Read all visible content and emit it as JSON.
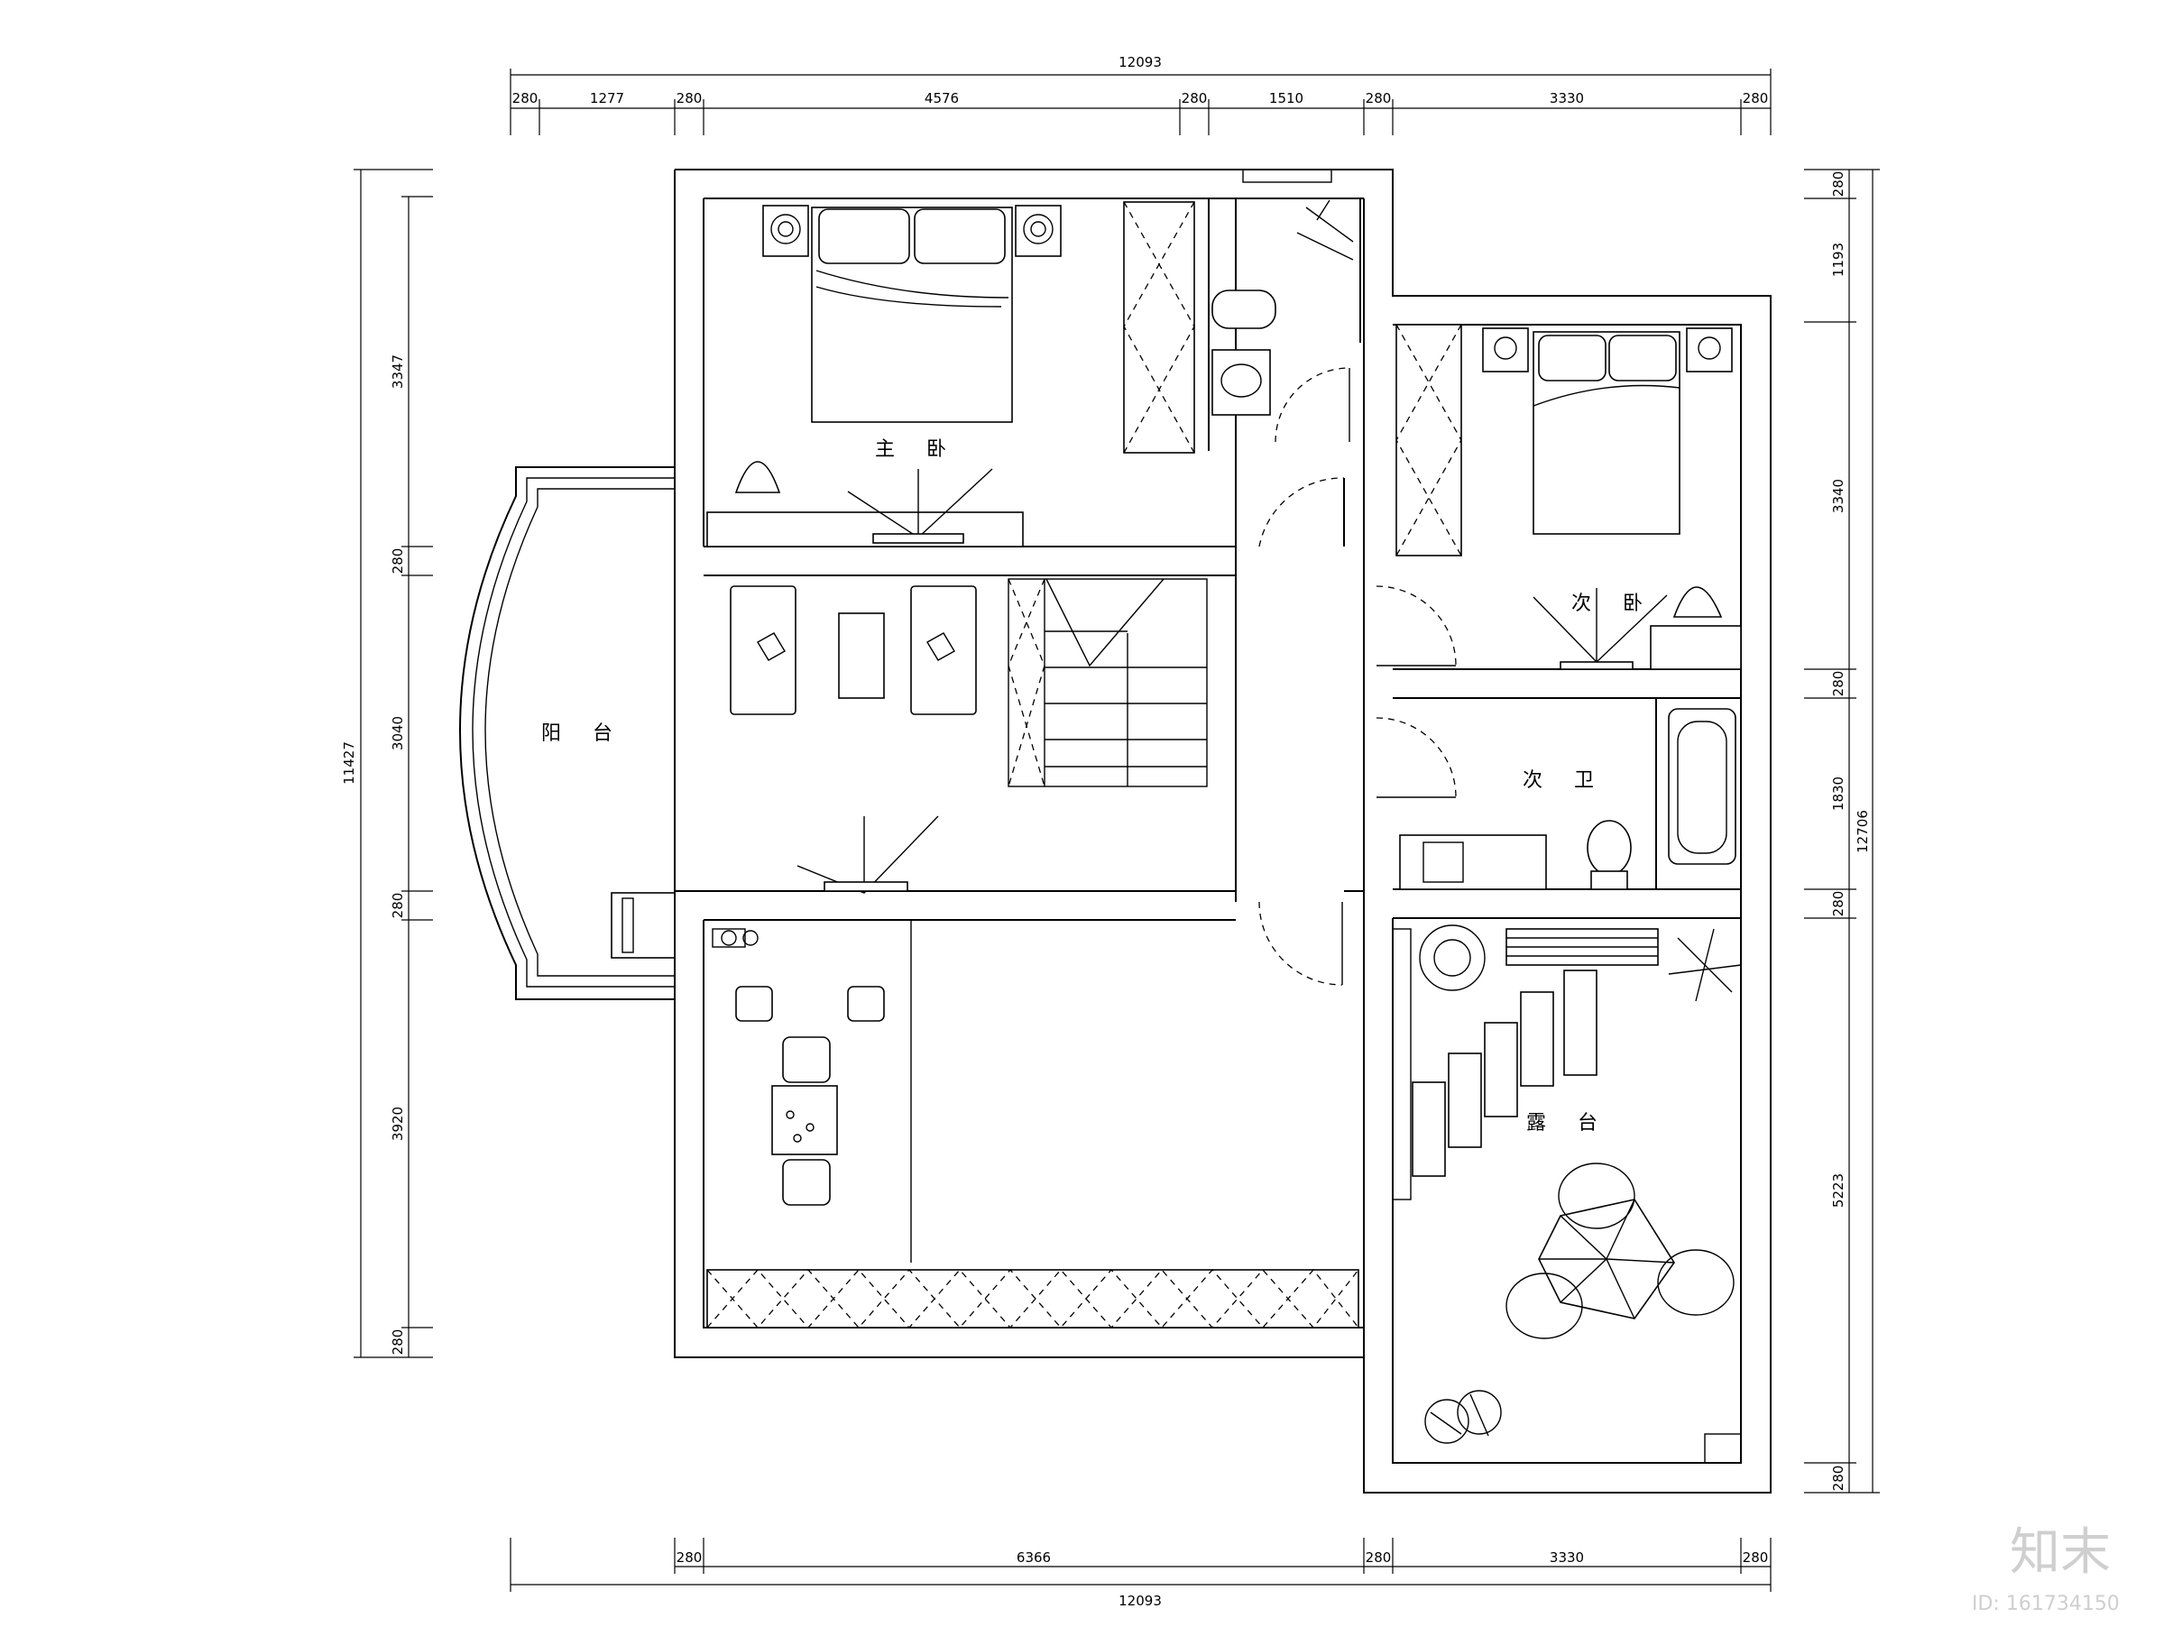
{
  "rooms": {
    "master_bedroom": "主 卧",
    "second_bedroom": "次 卧",
    "second_bath": "次 卫",
    "balcony": "阳 台",
    "terrace": "露 台"
  },
  "dims": {
    "top_total": "12093",
    "top_segments": [
      "280",
      "1277",
      "280",
      "4576",
      "280",
      "1510",
      "280",
      "3330",
      "280"
    ],
    "bottom_segments": [
      "280",
      "6366",
      "280",
      "3330",
      "280"
    ],
    "bottom_total": "12093",
    "left_total": "11427",
    "left_segments": [
      "3347",
      "280",
      "3040",
      "280",
      "3920",
      "280"
    ],
    "right_total": "12706",
    "right_segments": [
      "280",
      "1193",
      "3340",
      "280",
      "1830",
      "280",
      "5223",
      "280"
    ]
  },
  "watermark": {
    "logo": "知末",
    "id": "ID: 161734150"
  }
}
